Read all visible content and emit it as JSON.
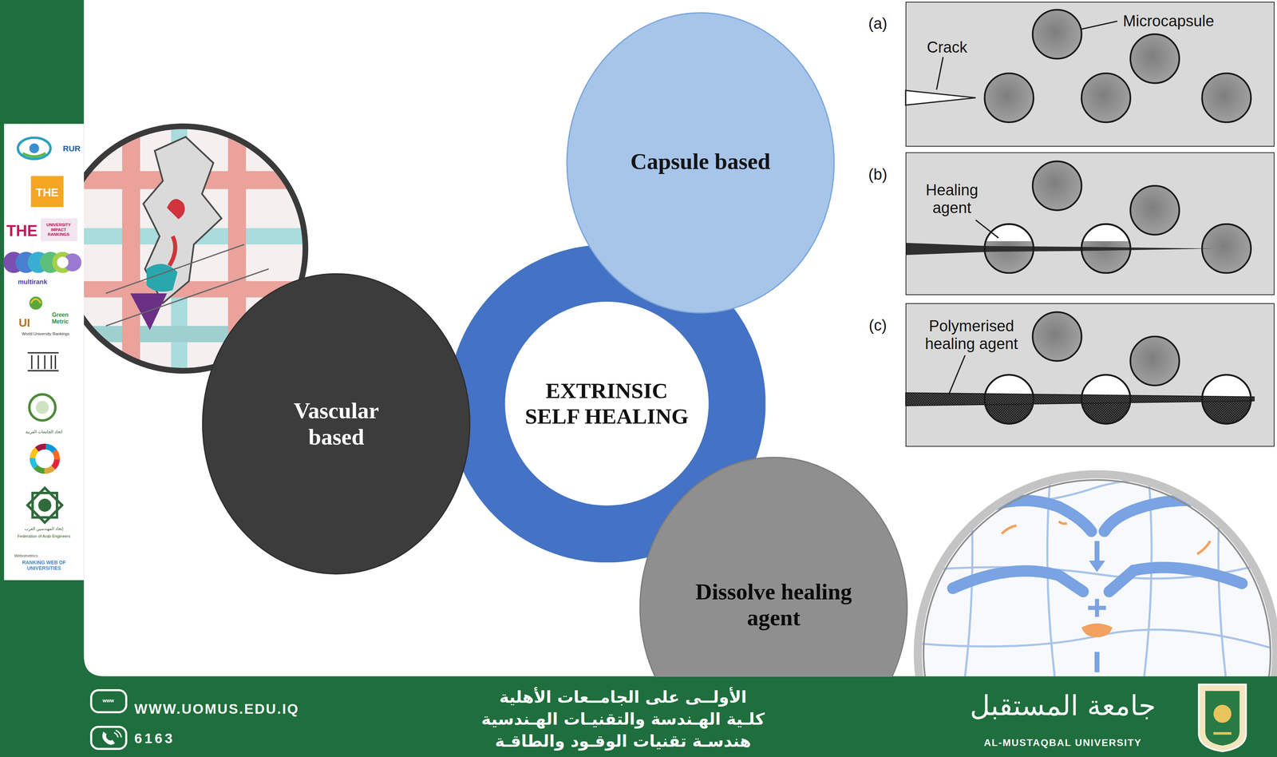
{
  "diagram": {
    "nodes": [
      {
        "text": [
          "EXTRINSIC SELF HEALING"
        ]
      },
      {
        "text": [
          "Capsule based"
        ]
      },
      {
        "text": [
          "Vascular based"
        ]
      },
      {
        "text": [
          "Dissolve healing agent"
        ]
      },
      {
        "text": [
          "(a)",
          "Microcapsule",
          "Crack"
        ]
      },
      {
        "text": [
          "(b)",
          "Healing agent"
        ]
      },
      {
        "text": [
          "(c)",
          "Polymerised healing agent"
        ]
      },
      {
        "text": [
          "WWW.UOMUS.EDU.IQ",
          "6163",
          "الأولــى على الجامــعات الأهلية",
          "كلـية الهـندسة والتقنيـات الهـندسية",
          "هندسـة تقنيات الوقـود والطاقـة",
          "جامعة المستقبل",
          "AL-MUSTAQBAL UNIVERSITY"
        ]
      }
    ],
    "labels": [
      "RUR",
      "THE",
      "THE",
      "UNIVERSITY IMPACT RANKINGS",
      "multirank",
      "UI",
      "Green Metric",
      "World University Rankings",
      "اتحاد الجامعات العربية",
      "إتحاد المهندسين العرب",
      "Federation of Arab Engineers",
      "Webometrics",
      "RANKING WEB OF UNIVERSITIES",
      "www"
    ]
  }
}
